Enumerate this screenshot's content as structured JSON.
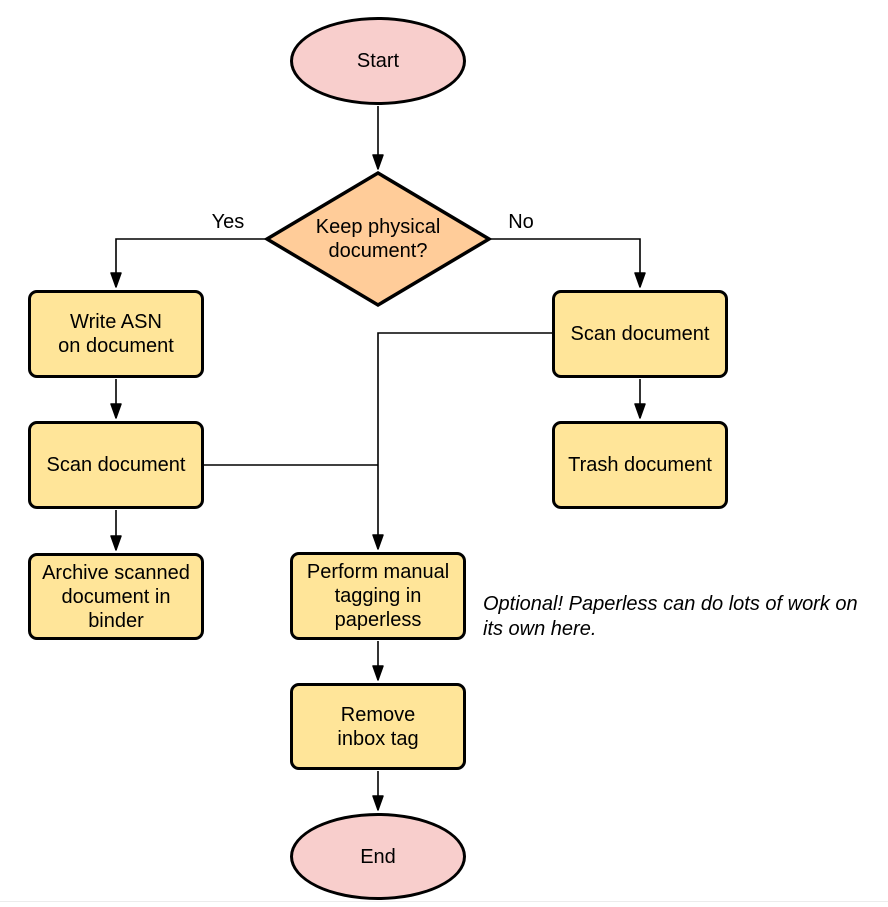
{
  "colors": {
    "terminator_fill": "#f8cecc",
    "decision_fill": "#ffcc99",
    "process_fill": "#ffe599",
    "stroke": "#000000"
  },
  "nodes": {
    "start": {
      "label": "Start",
      "type": "terminator"
    },
    "decision": {
      "label": "Keep physical\ndocument?",
      "type": "decision"
    },
    "write_asn": {
      "label": "Write ASN\non document",
      "type": "process"
    },
    "scan_left": {
      "label": "Scan document",
      "type": "process"
    },
    "archive": {
      "label": "Archive scanned\ndocument in\nbinder",
      "type": "process"
    },
    "scan_right": {
      "label": "Scan document",
      "type": "process"
    },
    "trash": {
      "label": "Trash document",
      "type": "process"
    },
    "tagging": {
      "label": "Perform manual\ntagging in\npaperless",
      "type": "process"
    },
    "remove_inbox": {
      "label": "Remove\ninbox tag",
      "type": "process"
    },
    "end": {
      "label": "End",
      "type": "terminator"
    }
  },
  "edge_labels": {
    "yes": "Yes",
    "no": "No"
  },
  "annotation": "Optional! Paperless can do lots of work on\nits own here."
}
